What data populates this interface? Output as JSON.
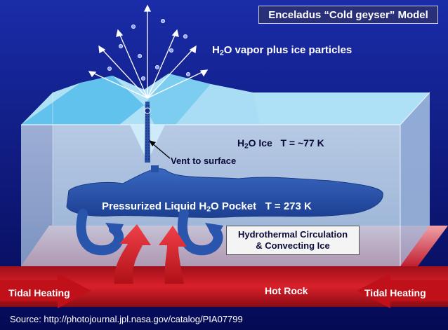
{
  "title": "Enceladus “Cold geyser” Model",
  "labels": {
    "vapor_pre": "H",
    "vapor_sub": "2",
    "vapor_post": "O vapor plus ice particles",
    "ice_pre": "H",
    "ice_sub": "2",
    "ice_post": "O Ice   T = ~77 K",
    "vent": "Vent to surface",
    "pocket_pre": "Pressurized Liquid H",
    "pocket_sub": "2",
    "pocket_post": "O Pocket   T = 273 K",
    "hydro_line1": "Hydrothermal Circulation",
    "hydro_line2": "& Convecting Ice",
    "tidal_left": "Tidal Heating",
    "tidal_right": "Tidal Heating",
    "hot_rock": "Hot Rock"
  },
  "source": "Source: http://photojournal.jpl.nasa.gov/catalog/PIA07799",
  "colors": {
    "background": "#0a0f6e",
    "ice_top": "#7fd0f2",
    "ice_front": "#c3dcee",
    "liquid": "#2750a8",
    "rock": "#b5101c",
    "arrow_red": "#d01820"
  }
}
